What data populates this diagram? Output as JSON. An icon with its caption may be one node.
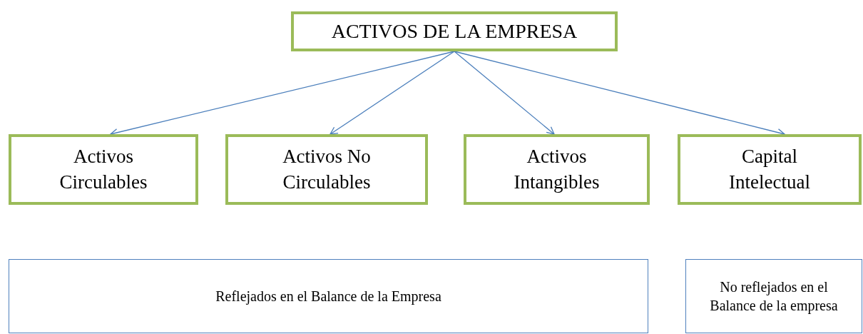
{
  "diagram": {
    "nodes": [
      {
        "text": [
          "ACTIVOS DE LA EMPRESA"
        ]
      },
      {
        "text": [
          "Activos Circulables"
        ]
      },
      {
        "text": [
          "Activos No Circulables"
        ]
      },
      {
        "text": [
          "Activos Intangibles"
        ]
      },
      {
        "text": [
          "Capital Intelectual"
        ]
      },
      {
        "text": [
          "Reflejados en el Balance de la Empresa"
        ]
      },
      {
        "text": [
          "No reflejados en el Balance de la empresa"
        ]
      }
    ],
    "edges": [
      {
        "from": 0,
        "to": 1,
        "arrow": "to"
      },
      {
        "from": 0,
        "to": 2,
        "arrow": "to"
      },
      {
        "from": 0,
        "to": 3,
        "arrow": "to"
      },
      {
        "from": 0,
        "to": 4,
        "arrow": "to"
      }
    ]
  }
}
